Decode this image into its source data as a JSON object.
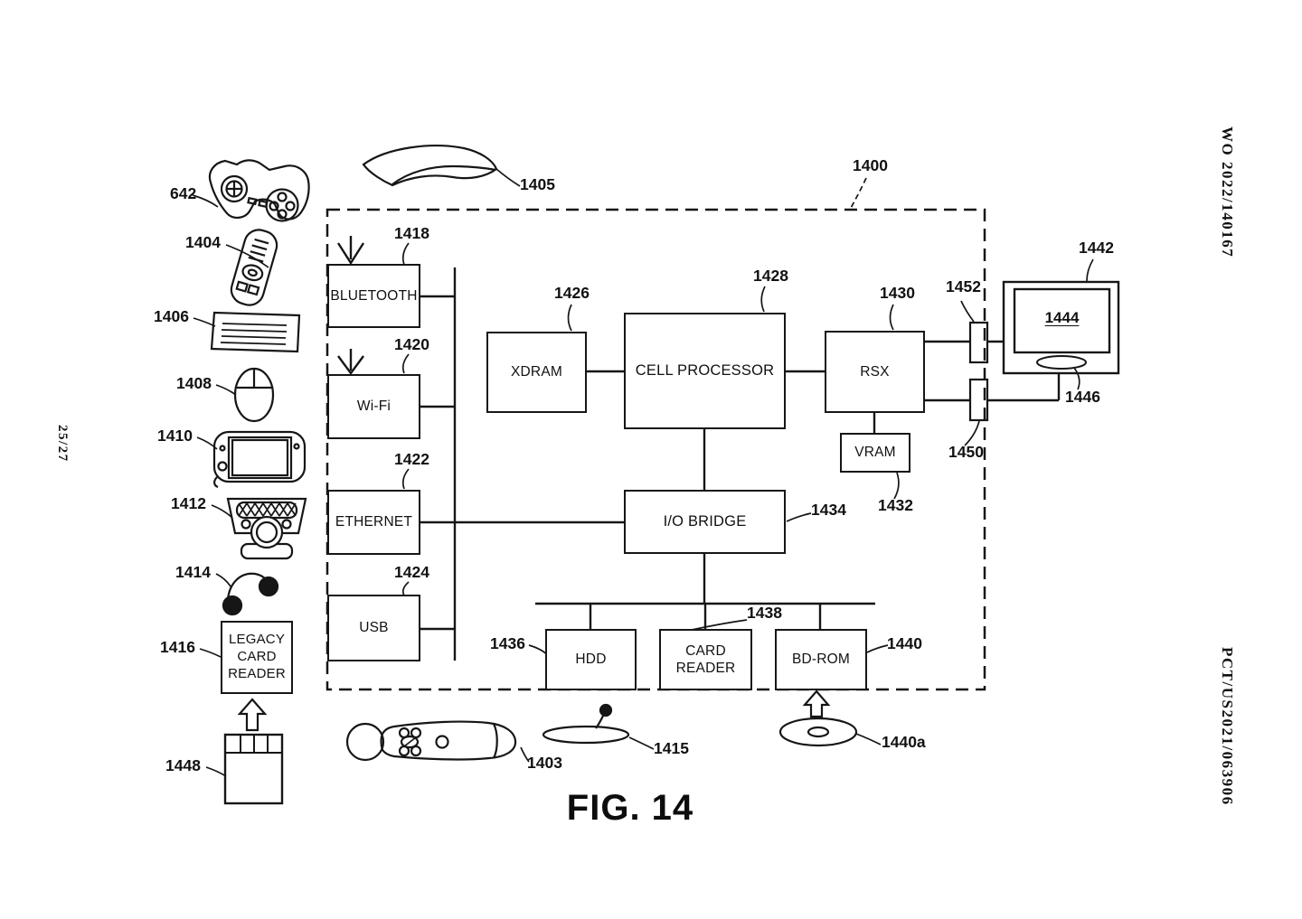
{
  "page": {
    "sheet_index": "25/27",
    "publication_number": "WO 2022/140167",
    "application_number": "PCT/US2021/063906",
    "figure_caption": "FIG. 14"
  },
  "system": {
    "ref": "1400"
  },
  "blocks": {
    "bluetooth": {
      "label": "BLUETOOTH",
      "ref": "1418"
    },
    "wifi": {
      "label": "Wi-Fi",
      "ref": "1420"
    },
    "ethernet": {
      "label": "ETHERNET",
      "ref": "1422"
    },
    "usb": {
      "label": "USB",
      "ref": "1424"
    },
    "xdram": {
      "label": "XDRAM",
      "ref": "1426"
    },
    "cell_processor": {
      "label": "CELL PROCESSOR",
      "ref": "1428"
    },
    "rsx": {
      "label": "RSX",
      "ref": "1430"
    },
    "vram": {
      "label": "VRAM",
      "ref": "1432"
    },
    "io_bridge": {
      "label": "I/O BRIDGE",
      "ref": "1434"
    },
    "hdd": {
      "label": "HDD",
      "ref": "1436"
    },
    "card_reader": {
      "label": "CARD READER",
      "ref": "1438"
    },
    "bd_rom": {
      "label": "BD-ROM",
      "ref": "1440"
    },
    "legacy_card_reader": {
      "label": "LEGACY CARD READER",
      "ref": "1416"
    }
  },
  "peripherals": {
    "game_controller": {
      "ref": "642"
    },
    "remote_control": {
      "ref": "1404"
    },
    "keyboard": {
      "ref": "1406"
    },
    "mouse": {
      "ref": "1408"
    },
    "handheld_console": {
      "ref": "1410"
    },
    "video_camera": {
      "ref": "1412"
    },
    "headset": {
      "ref": "1414"
    },
    "glasses": {
      "ref": "1405"
    },
    "move_controller": {
      "ref": "1403"
    },
    "microphone": {
      "ref": "1415"
    },
    "optical_disc": {
      "ref": "1440a"
    },
    "memory_card": {
      "ref": "1448"
    }
  },
  "display": {
    "monitor": {
      "ref": "1442"
    },
    "screen": {
      "ref": "1444"
    },
    "speaker": {
      "ref": "1446"
    },
    "video_connector": {
      "ref": "1452"
    },
    "audio_connector": {
      "ref": "1450"
    }
  }
}
